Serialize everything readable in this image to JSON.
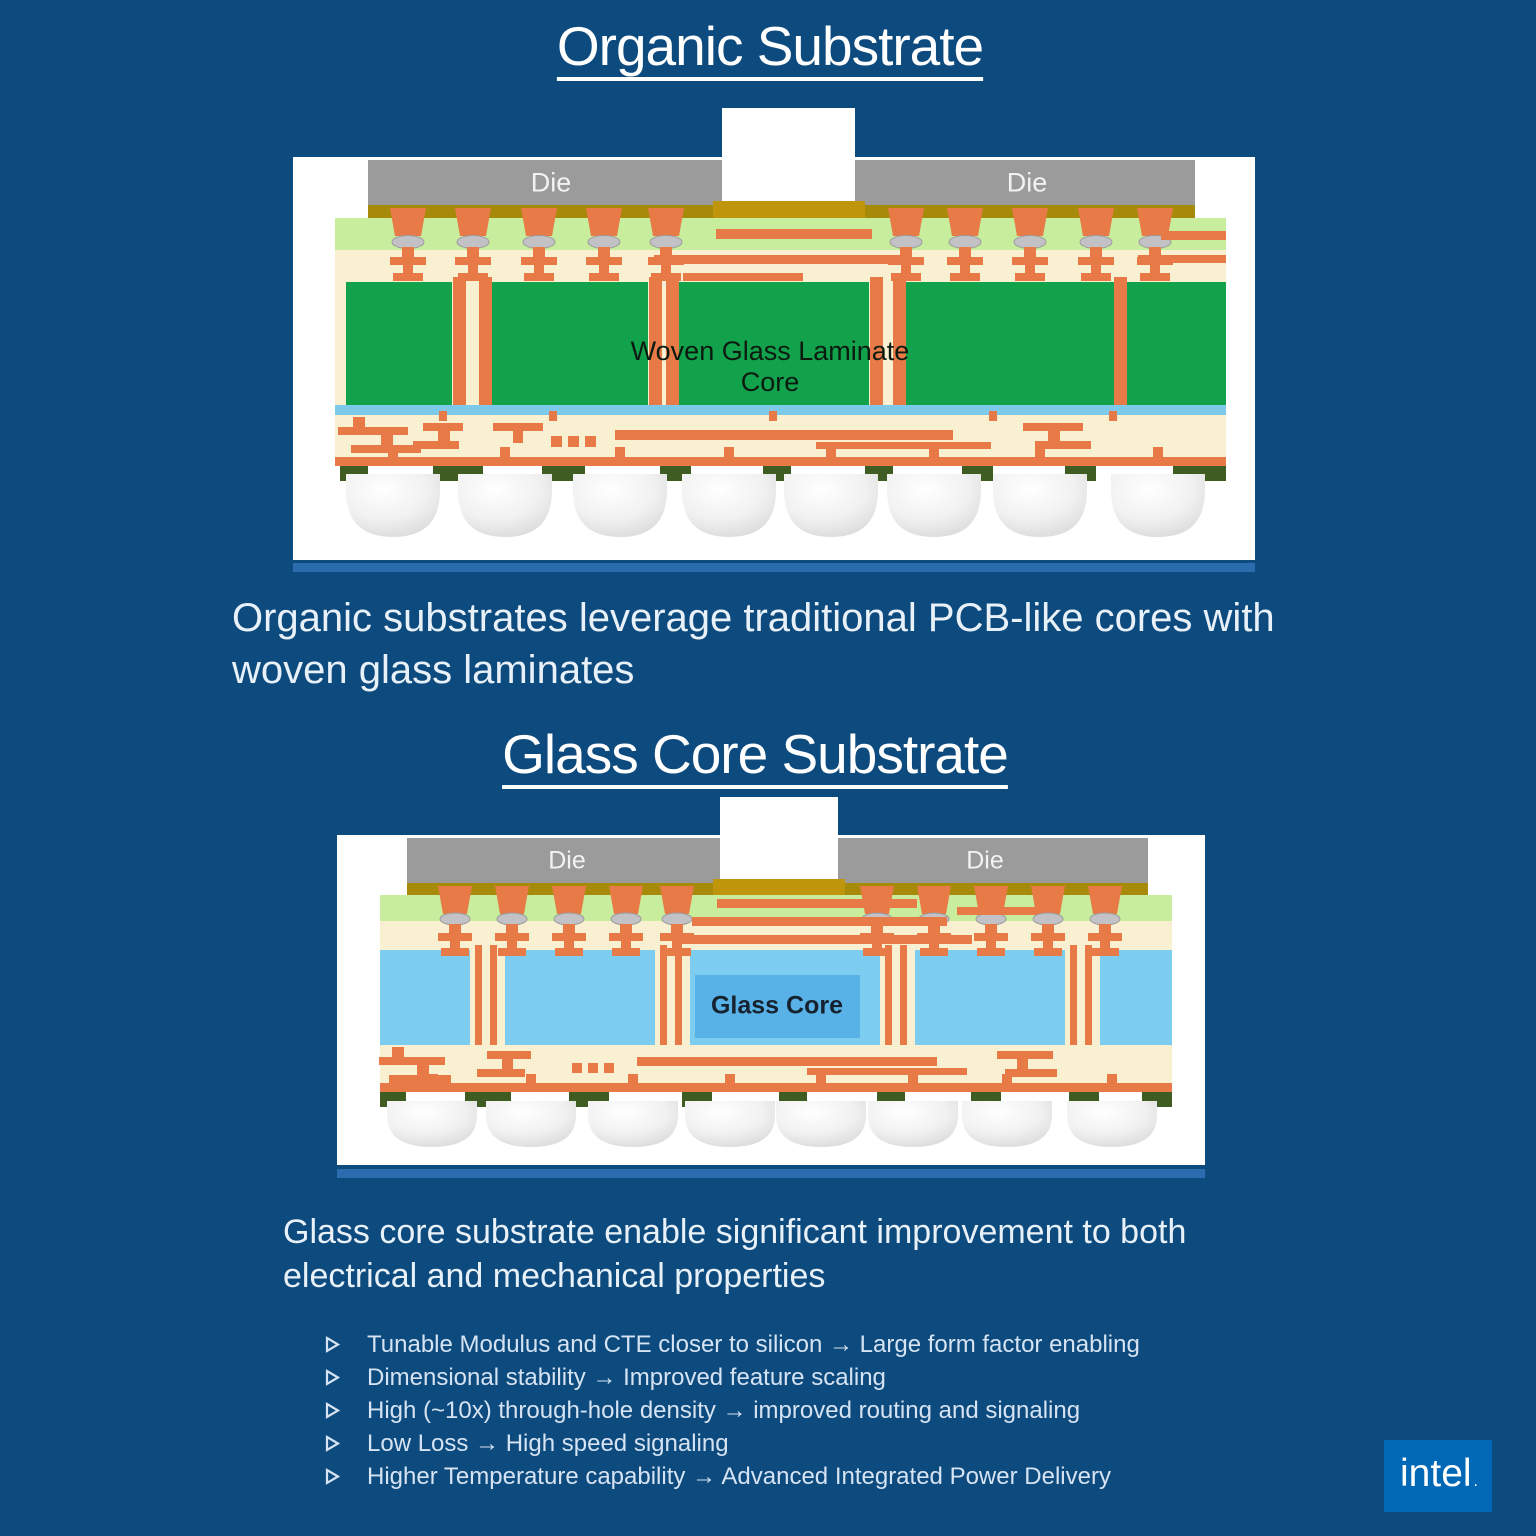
{
  "colors": {
    "background": "#0d4a7e",
    "stripe": "#2a6cae",
    "intel_blue": "#0068b5",
    "core_green": "#12a24c",
    "glass_blue": "#7ccdf0",
    "copper_orange": "#e87a48",
    "die_gray": "#9b9b9b"
  },
  "organic": {
    "title": "Organic Substrate",
    "description": "Organic substrates leverage traditional PCB-like cores with woven glass laminates",
    "die_left": "Die",
    "die_right": "Die",
    "core_label": "Woven Glass Laminate Core"
  },
  "glass": {
    "title": "Glass Core Substrate",
    "description": "Glass core substrate enable significant improvement to both electrical and mechanical properties",
    "die_left": "Die",
    "die_right": "Die",
    "core_label": "Glass Core",
    "bullets": [
      "Tunable Modulus and CTE closer to silicon → Large form factor enabling",
      "Dimensional stability → Improved feature scaling",
      "High (~10x) through-hole density → improved routing and signaling",
      "Low Loss → High speed signaling",
      "Higher Temperature capability → Advanced Integrated Power Delivery"
    ]
  },
  "logo": {
    "text": "intel",
    "mark": "."
  }
}
